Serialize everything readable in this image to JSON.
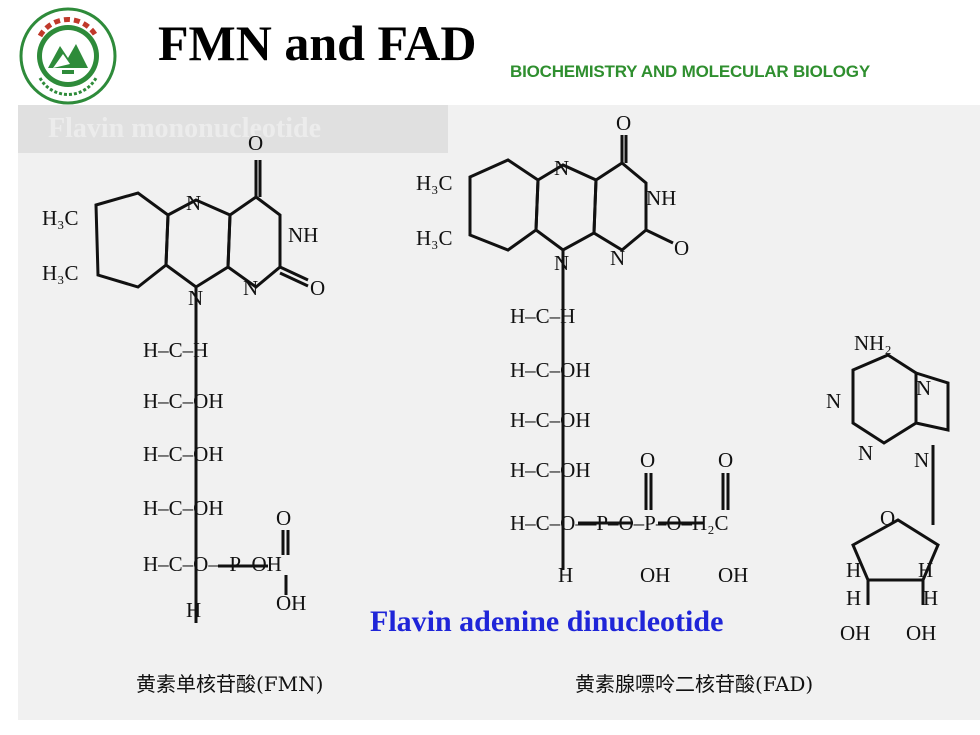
{
  "header": {
    "title": "FMN and FAD",
    "subject": "BIOCHEMISTRY  AND MOLECULAR BIOLOGY",
    "logo_icon": "university-seal-icon",
    "logo_text": "石河子大学 SHIHEZI UNIVERSITY"
  },
  "slide": {
    "faded_heading": "Flavin mononucleotide",
    "fad_label": "Flavin adenine dinucleotide",
    "caption_fmn": "黄素单核苷酸(FMN)",
    "caption_fad": "黄素腺嘌呤二核苷酸(FAD)"
  },
  "colors": {
    "title": "#000000",
    "subject": "#2f8f2f",
    "fad_label": "#1f25d8",
    "logo_ring": "#2e8b3a"
  }
}
